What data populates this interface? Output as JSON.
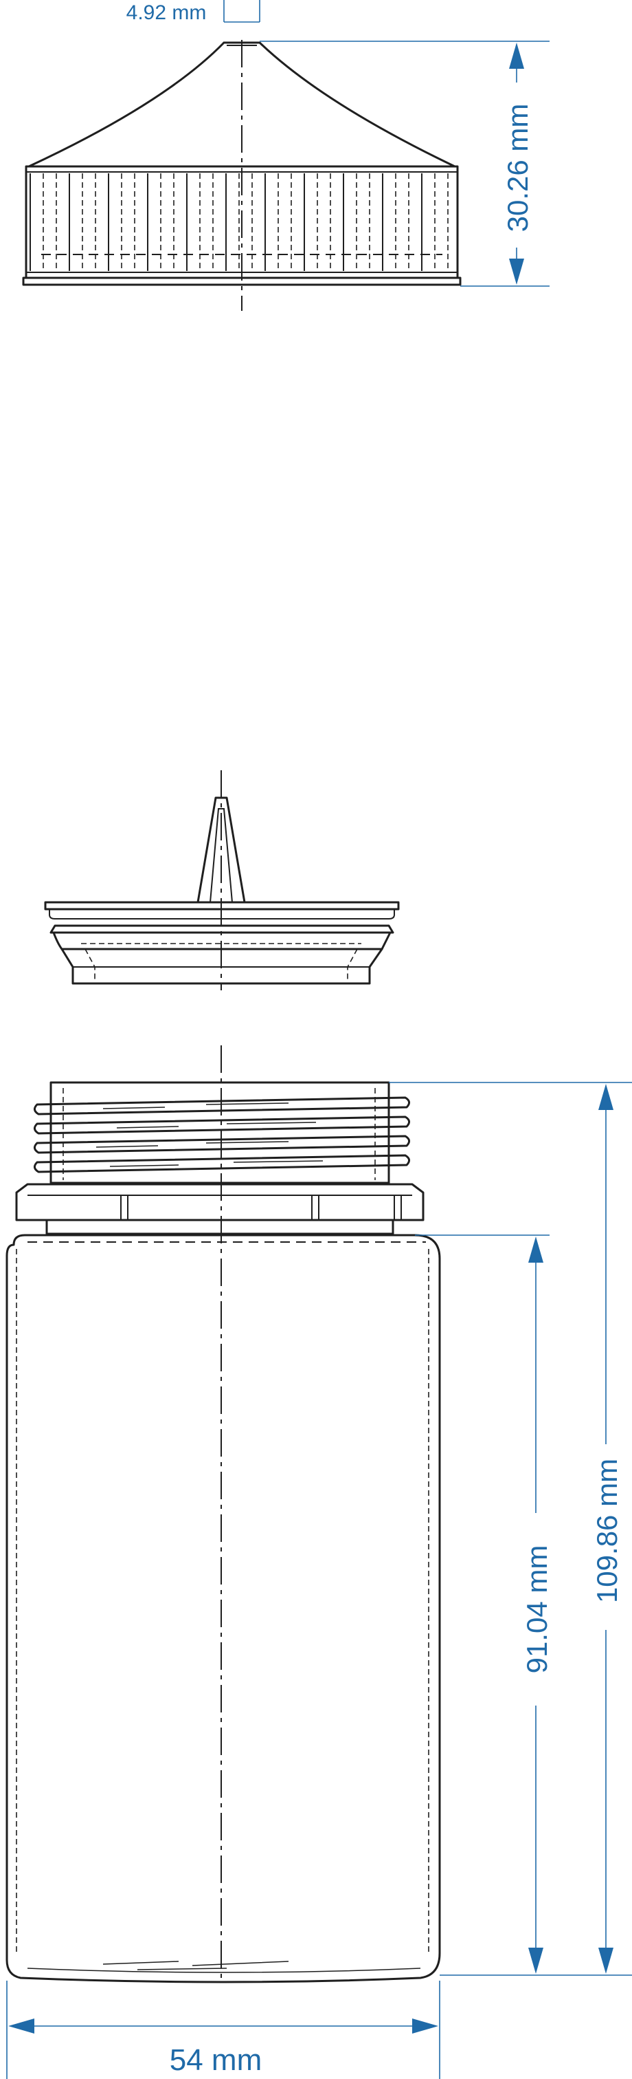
{
  "dimensions": {
    "tip_diameter": "4.92 mm",
    "cap_height": "30.26 mm",
    "body_height": "91.04 mm",
    "overall_height": "109.86 mm",
    "body_width": "54 mm"
  },
  "colors": {
    "outline": "#1f1f1f",
    "dimension": "#1f6aa8",
    "background": "#ffffff"
  }
}
